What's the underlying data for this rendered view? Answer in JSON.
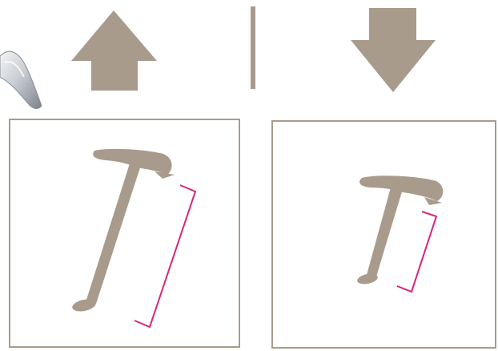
{
  "colors": {
    "background": "#ffffff",
    "icon_taupe": "#a89b8c",
    "divider": "#a89b8c",
    "panel_border": "#a89b8c",
    "seatpost": "#a89b8c",
    "measure_bracket": "#d6267a",
    "lever_light": "#eef0f2",
    "lever_mid": "#c2c7cc",
    "lever_dark": "#7f868d"
  },
  "icons": {
    "lever": "adjustment-lever-icon",
    "up": "arrow-up-icon",
    "down": "arrow-down-icon"
  },
  "panels": [
    {
      "name": "raised-seat-panel",
      "state": "raised"
    },
    {
      "name": "lowered-seat-panel",
      "state": "lowered"
    }
  ]
}
